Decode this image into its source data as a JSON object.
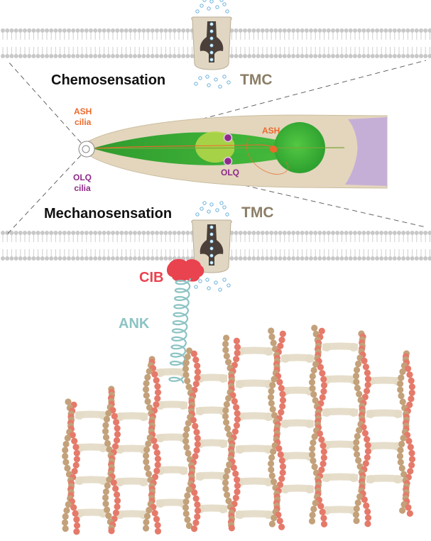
{
  "labels": {
    "chemosensation": "Chemosensation",
    "tmc_top": "TMC",
    "ash_cilia_line1": "ASH",
    "ash_cilia_line2": "cilia",
    "ash": "ASH",
    "olq_cilia_line1": "OLQ",
    "olq_cilia_line2": "cilia",
    "olq": "OLQ",
    "mechanosensation": "Mechanosensation",
    "tmc_bottom": "TMC",
    "cib": "CIB",
    "ank": "ANK"
  },
  "colors": {
    "membrane": "#c8c8c8",
    "channel": "#e0d6c2",
    "pore": "#4a3f39",
    "ions": "#5aa9d8",
    "worm_body": "#e3d6bd",
    "neuron_green": "#3fb53a",
    "pharynx_light": "#b9d84a",
    "tail_lavender": "#c6afd6",
    "ash_orange": "#ec6a2c",
    "olq_purple": "#8e2a8a",
    "cib_red": "#e8434f",
    "ank_teal": "#8cc3c4",
    "actin_tan": "#c3a17a",
    "actin_red": "#e57a6a",
    "spectrin": "#e5dcc8"
  }
}
